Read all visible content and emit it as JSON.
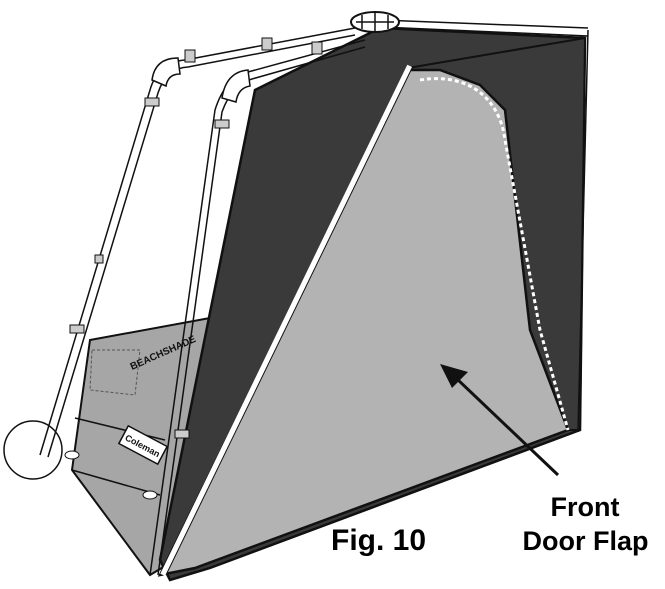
{
  "figure": {
    "caption": "Fig. 10",
    "callout": {
      "line1": "Front",
      "line2": "Door Flap"
    }
  },
  "product_marks": {
    "tent_brand_print": "BEACHSHADE",
    "logo_patch": "Coleman"
  },
  "colors": {
    "dark_panel": "#3a3a3a",
    "light_panel": "#b3b3b3",
    "mesh_panel": "#a6a6a6",
    "outline": "#111111",
    "frame_fill": "#ffffff",
    "background": "#ffffff"
  },
  "icons": [
    "arrow-icon",
    "detail-circle-icon"
  ]
}
